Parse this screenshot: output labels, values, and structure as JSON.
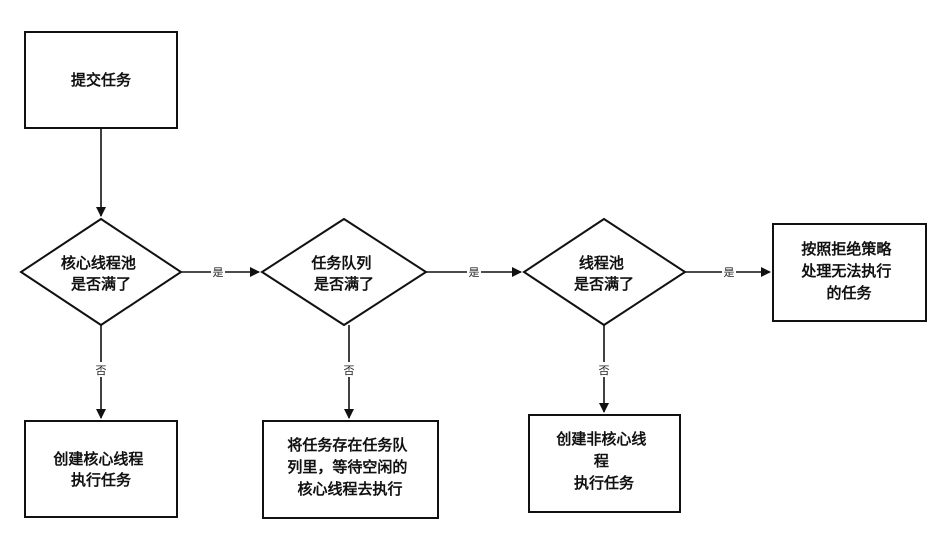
{
  "nodes": {
    "submit": {
      "lines": [
        "提交任务"
      ]
    },
    "core_full": {
      "lines": [
        "核心线程池",
        "是否满了"
      ]
    },
    "queue_full": {
      "lines": [
        "任务队列",
        "是否满了"
      ]
    },
    "pool_full": {
      "lines": [
        "线程池",
        "是否满了"
      ]
    },
    "reject": {
      "lines": [
        "按照拒绝策略",
        "处理无法执行",
        "的任务"
      ]
    },
    "create_core": {
      "lines": [
        "创建核心线程",
        "执行任务"
      ]
    },
    "enqueue": {
      "lines": [
        "将任务存在任务队",
        "列里，等待空闲的",
        "核心线程去执行"
      ]
    },
    "create_noncore": {
      "lines": [
        "创建非核心线",
        "程",
        "执行任务"
      ]
    }
  },
  "edges": {
    "yes": "是",
    "no": "否"
  }
}
